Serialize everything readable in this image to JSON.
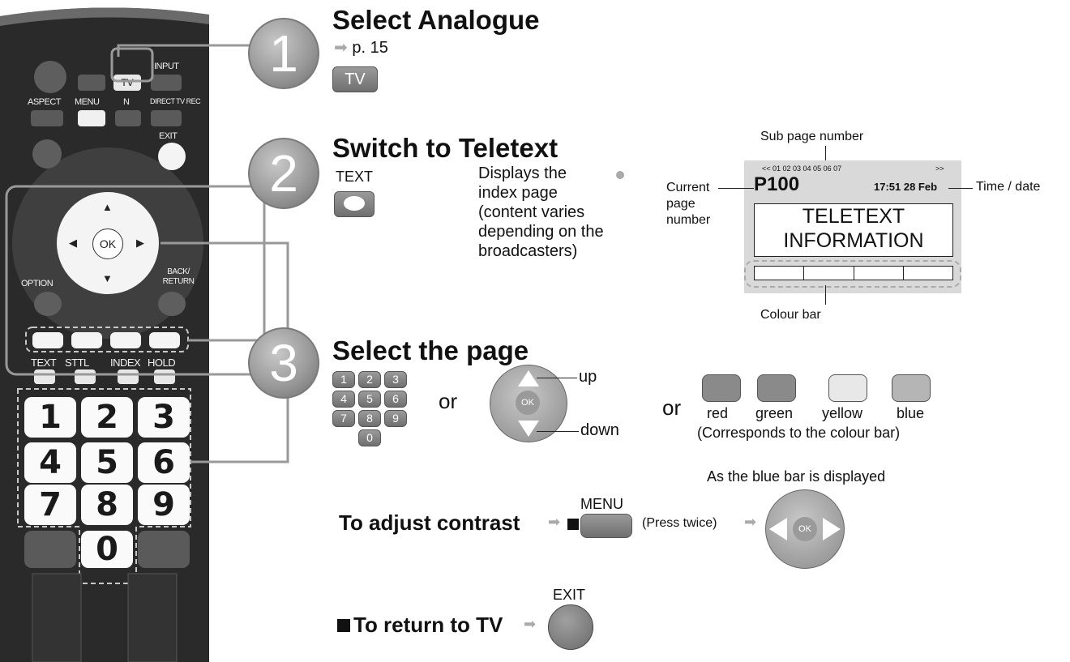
{
  "remote": {
    "buttons": {
      "input": "INPUT",
      "tv": "TV",
      "aspect": "ASPECT",
      "menu": "MENU",
      "n": "N",
      "direct_tv_rec": "DIRECT TV REC",
      "exit": "EXIT",
      "ok": "OK",
      "option": "OPTION",
      "back_return": "BACK/ RETURN",
      "text": "TEXT",
      "sttl": "STTL",
      "index": "INDEX",
      "hold": "HOLD"
    },
    "numbers": [
      "1",
      "2",
      "3",
      "4",
      "5",
      "6",
      "7",
      "8",
      "9",
      "0"
    ]
  },
  "step1": {
    "number": "1",
    "title": "Select Analogue",
    "page_ref": "p. 15",
    "tv_key": "TV"
  },
  "step2": {
    "number": "2",
    "title": "Switch to Teletext",
    "text_key": "TEXT",
    "description": [
      "Displays the",
      "index page",
      "(content varies",
      "depending on the",
      "broadcasters)"
    ],
    "diagram": {
      "sub_page_label": "Sub page number",
      "sub_pages": "<< 01 02 03 04 05 06 07",
      "more": ">>",
      "current_page_label": [
        "Current",
        "page",
        "number"
      ],
      "page_number": "P100",
      "time_date": "17:51 28 Feb",
      "time_date_label": "Time / date",
      "info_lines": [
        "TELETEXT",
        "INFORMATION"
      ],
      "colour_bar_label": "Colour bar"
    }
  },
  "step3": {
    "number": "3",
    "title": "Select the page",
    "keypad": [
      "1",
      "2",
      "3",
      "4",
      "5",
      "6",
      "7",
      "8",
      "9",
      "0"
    ],
    "or": "or",
    "up": "up",
    "down": "down",
    "ok": "OK",
    "colour_buttons": [
      {
        "label": "red",
        "color": "#8a8a8a"
      },
      {
        "label": "green",
        "color": "#8a8a8a"
      },
      {
        "label": "yellow",
        "color": "#e8e8e8"
      },
      {
        "label": "blue",
        "color": "#b5b5b5"
      }
    ],
    "colour_note": "(Corresponds to the colour bar)",
    "blue_bar_note": "As the blue bar is displayed",
    "contrast_label": "To adjust contrast",
    "menu_key": "MENU",
    "press_twice": "(Press twice)",
    "return_label": "To return to TV",
    "exit_key": "EXIT"
  }
}
